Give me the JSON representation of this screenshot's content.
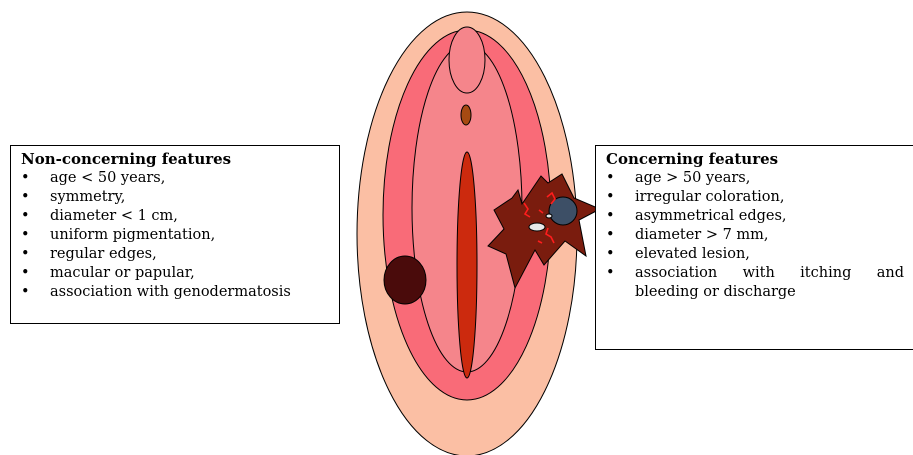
{
  "colors": {
    "outer": "#fbbfa4",
    "middle": "#f96b78",
    "inner": "#f5858b",
    "core": "#cc2a0e",
    "small_spot": "#a64a12",
    "dark_lesion": "#4a0b0b",
    "irregular_lesion": "#7a1c0e",
    "blue_spot": "#3d4f66",
    "vessel_lines": "#ff1d1d"
  },
  "non_concerning": {
    "title": "Non-concerning features",
    "items": [
      "age < 50 years,",
      "symmetry,",
      "diameter < 1 cm,",
      "uniform pigmentation,",
      "regular edges,",
      "macular or papular,",
      "association with genodermatosis"
    ]
  },
  "concerning": {
    "title": "Concerning features",
    "items": [
      "age > 50 years,",
      "irregular coloration,",
      "asymmetrical edges,",
      "diameter > 7 mm,",
      "elevated lesion,",
      "association with itching and",
      "bleeding or discharge"
    ]
  }
}
